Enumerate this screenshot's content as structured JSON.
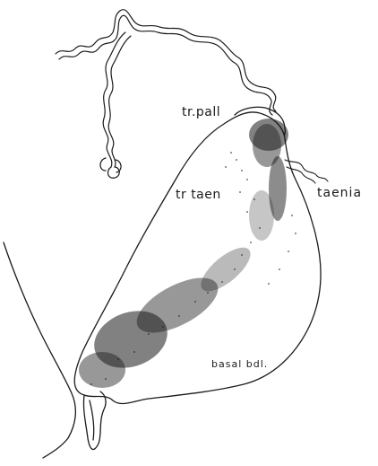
{
  "figure": {
    "labels": {
      "tr_pall": "tr.pall",
      "tr_taen": "tr taen",
      "taenia": "taenia",
      "basal_bdl": "basal bdl."
    },
    "colors": {
      "ink": "#1a1a1a",
      "paper": "#ffffff"
    }
  }
}
